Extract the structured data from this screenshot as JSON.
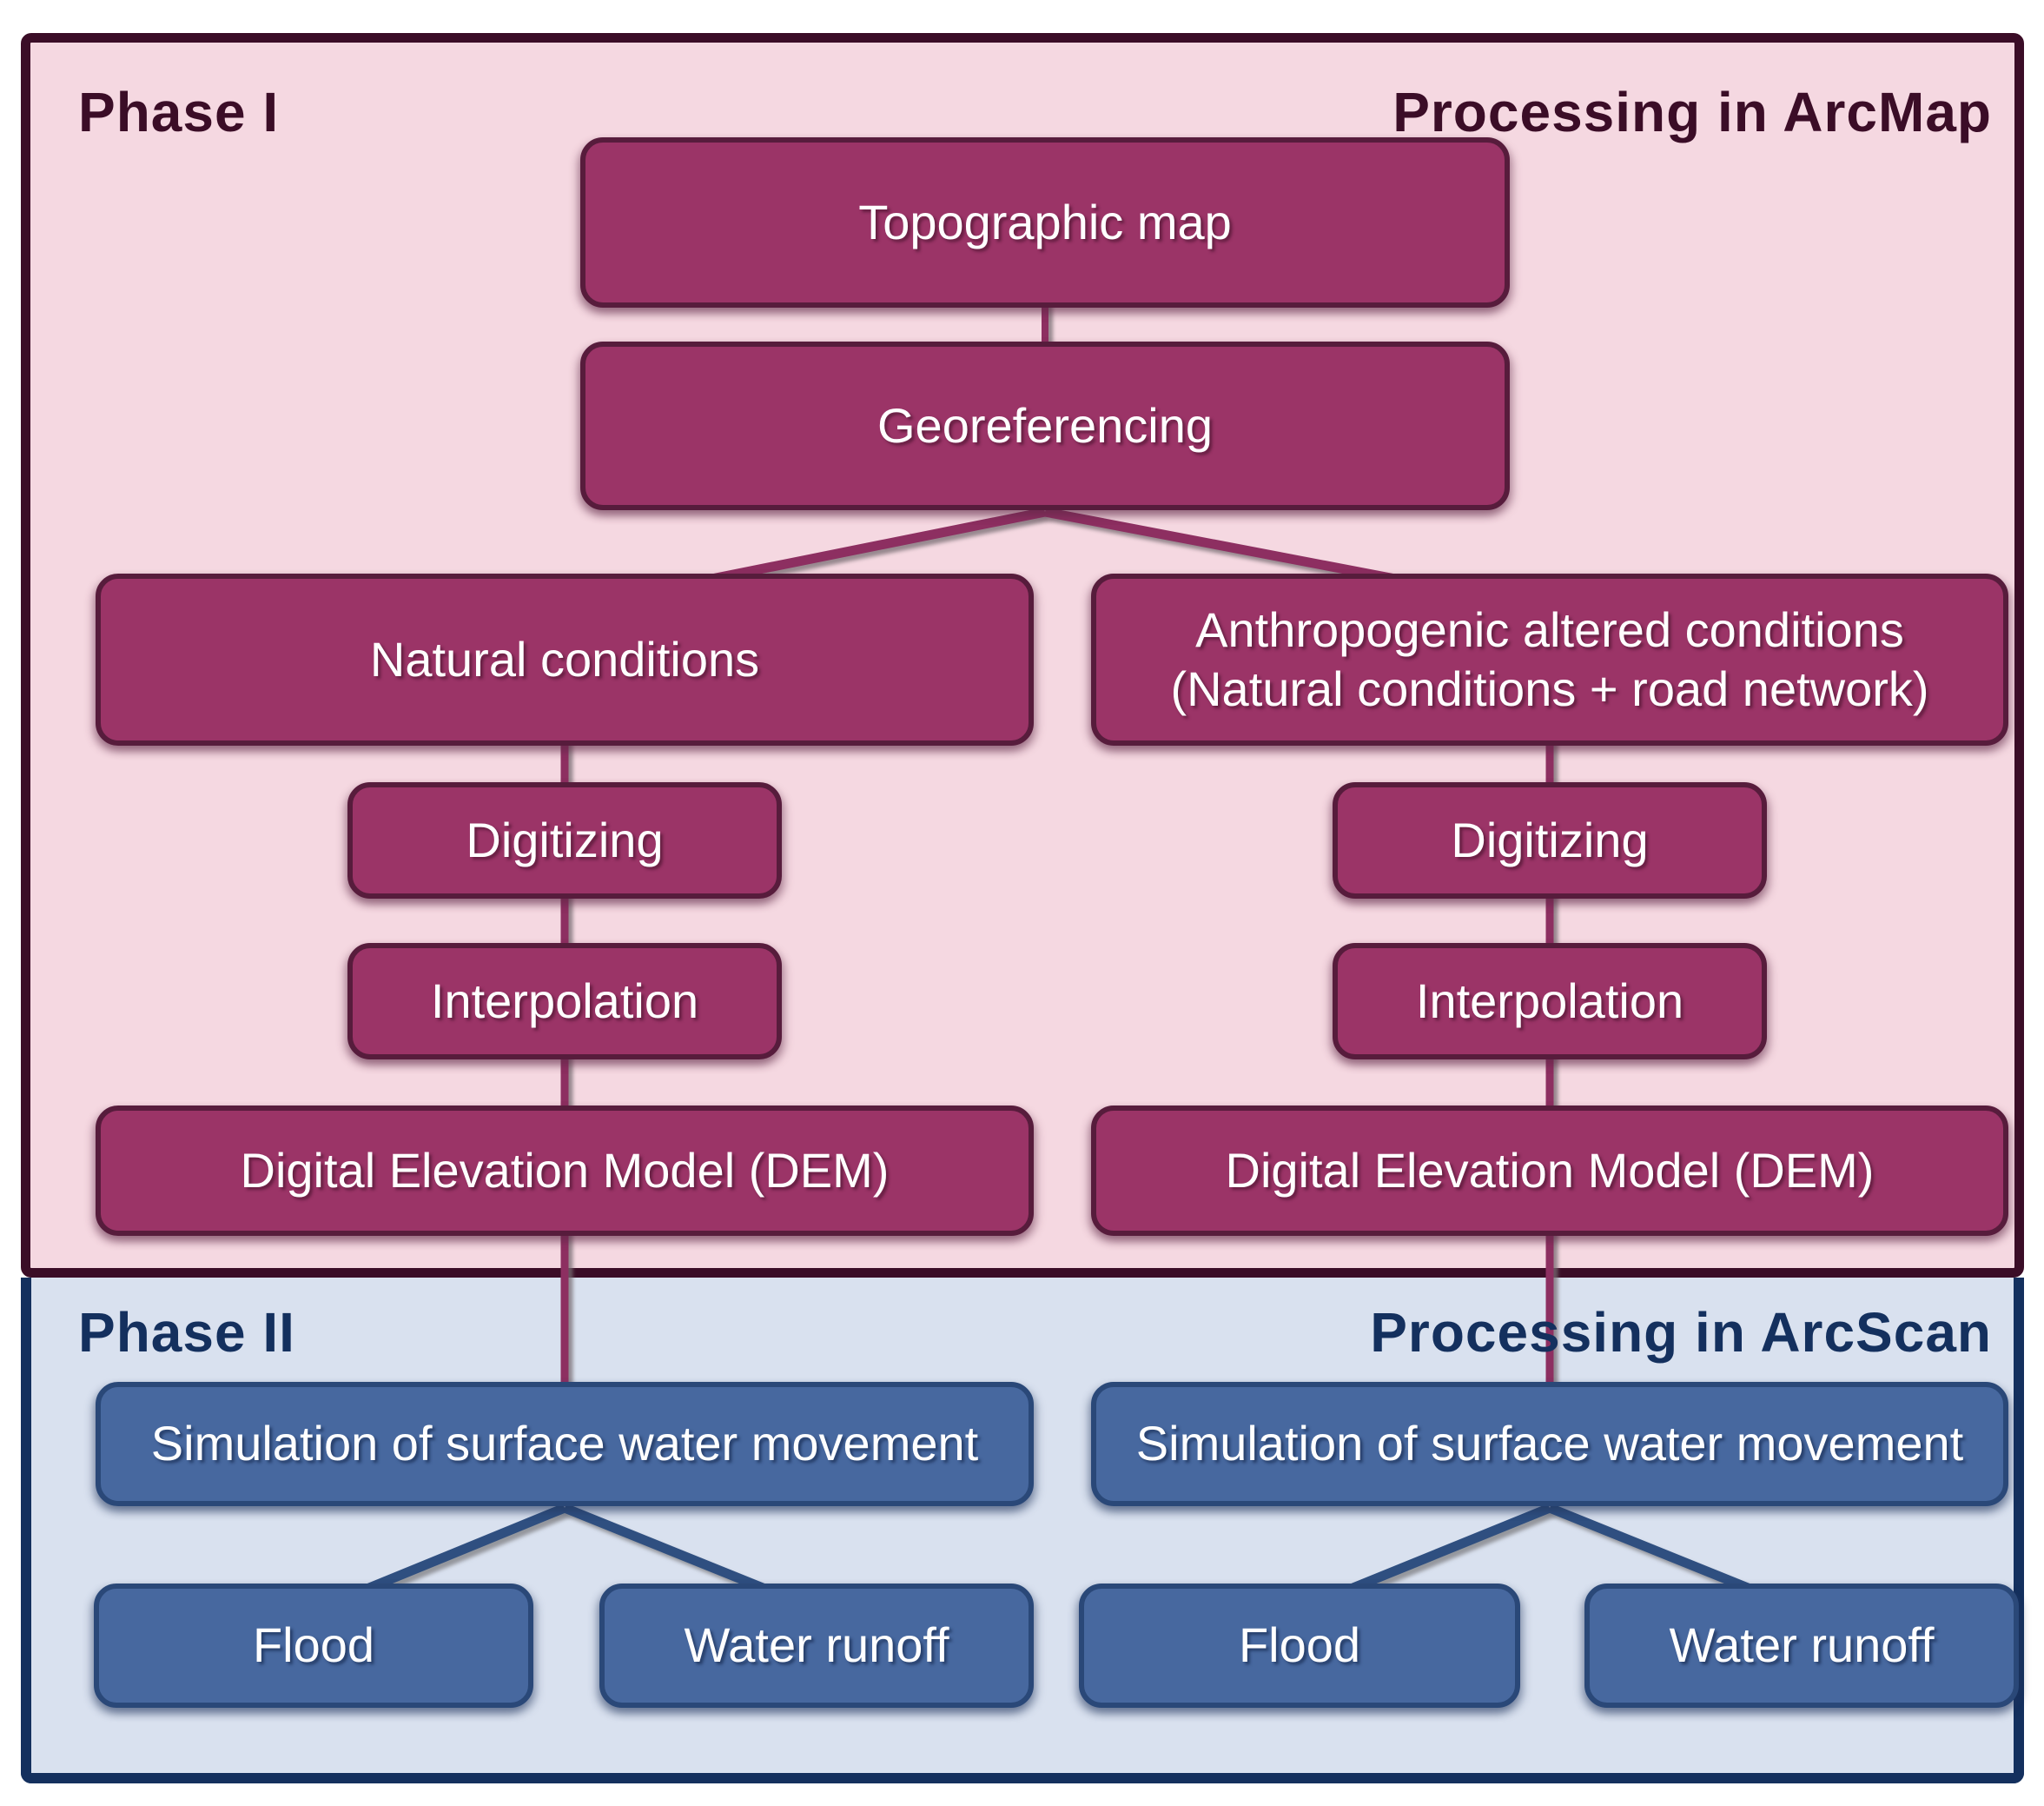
{
  "colors": {
    "page_bg": "#ffffff",
    "phase1_bg": "#f5d8e1",
    "phase1_border": "#3b0d27",
    "phase1_text": "#3b0d27",
    "node1_fill": "#9b3467",
    "node1_border": "#571c3c",
    "connector1": "#8d2f61",
    "phase2_bg": "#d9e1ef",
    "phase2_border": "#14305e",
    "phase2_text": "#14305e",
    "node2_fill": "#47689f",
    "node2_border": "#2a4878",
    "connector2": "#2f4f80",
    "node_text": "#ffffff"
  },
  "phase1": {
    "label": "Phase I",
    "header_right": "Processing in ArcMap",
    "nodes": {
      "topographic_map": "Topographic map",
      "georeferencing": "Georeferencing",
      "natural_conditions": "Natural conditions",
      "anthropogenic_line1": "Anthropogenic altered conditions",
      "anthropogenic_line2": "(Natural conditions + road network)",
      "digitizing": "Digitizing",
      "interpolation": "Interpolation",
      "dem": "Digital Elevation Model (DEM)"
    }
  },
  "phase2": {
    "label": "Phase II",
    "header_right": "Processing in ArcScan",
    "nodes": {
      "simulation": "Simulation of surface water movement",
      "flood": "Flood",
      "water_runoff": "Water runoff"
    }
  }
}
